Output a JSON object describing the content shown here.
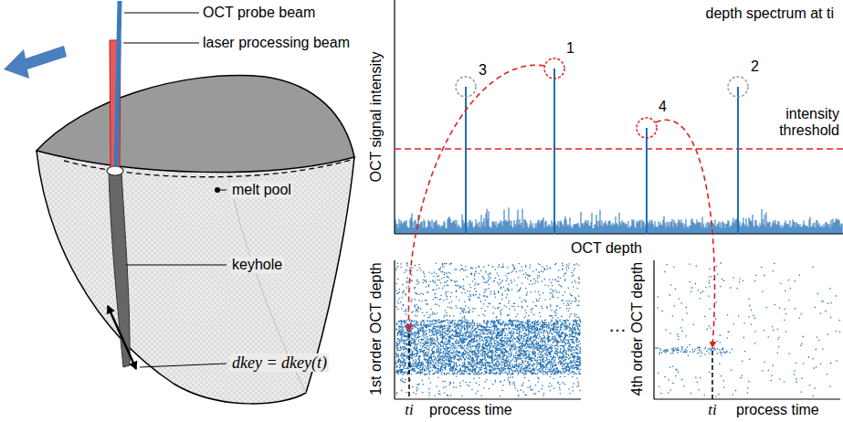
{
  "diagram": {
    "labels": [
      "OCT probe beam",
      "laser processing beam",
      "melt pool",
      "keyhole",
      "dkey = dkey(t)",
      "OCT signal intensity",
      "depth spectrum at ti",
      "1",
      "2",
      "3",
      "4",
      "intensity threshold",
      "OCT depth",
      "1st order OCT depth",
      "ti",
      "process time",
      "…",
      "4th order OCT depth",
      "ti",
      "process time"
    ]
  }
}
